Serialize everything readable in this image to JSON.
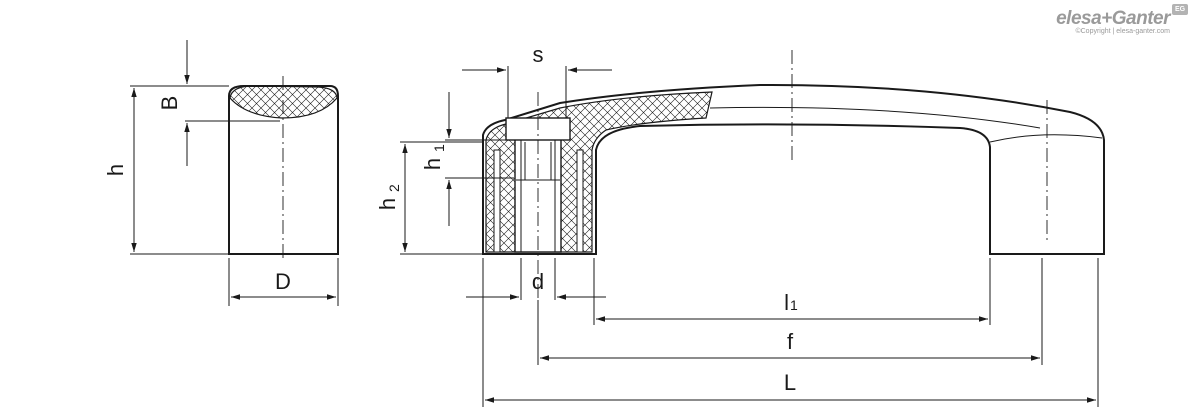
{
  "brand": {
    "name": "elesa+Ganter",
    "copyright": "©Copyright | elesa-ganter.com",
    "badge": "EG"
  },
  "labels": {
    "s": "s",
    "B": "B",
    "h": "h",
    "h1_main": "h",
    "h1_sub": "1",
    "h2_main": "h",
    "h2_sub": "2",
    "D": "D",
    "d": "d",
    "l1_main": "l",
    "l1_sub": "1",
    "f": "f",
    "L": "L"
  }
}
